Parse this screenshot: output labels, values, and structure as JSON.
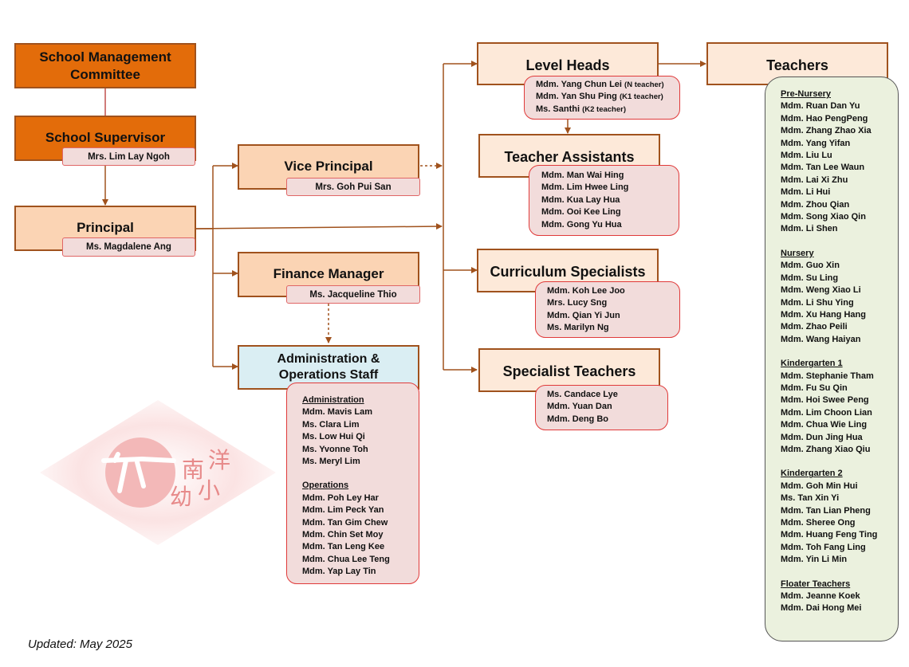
{
  "committee": "School Management Committee",
  "supervisor": {
    "title": "School Supervisor",
    "name": "Mrs. Lim Lay Ngoh"
  },
  "principal": {
    "title": "Principal",
    "name": "Ms. Magdalene Ang"
  },
  "vice_principal": {
    "title": "Vice Principal",
    "name": "Mrs. Goh Pui San"
  },
  "finance_manager": {
    "title": "Finance Manager",
    "name": "Ms. Jacqueline Thio"
  },
  "admin_ops": {
    "title": "Administration & Operations Staff",
    "admin_header": "Administration",
    "admin": [
      "Mdm. Mavis Lam",
      "Ms. Clara Lim",
      "Ms. Low Hui Qi",
      "Ms. Yvonne Toh",
      "Ms. Meryl Lim"
    ],
    "ops_header": "Operations",
    "ops": [
      "Mdm. Poh Ley Har",
      "Mdm. Lim Peck Yan",
      "Mdm. Tan Gim Chew",
      "Mdm. Chin Set Moy",
      "Mdm. Tan Leng Kee",
      "Mdm. Chua Lee Teng",
      "Mdm. Yap Lay Tin"
    ]
  },
  "level_heads": {
    "title": "Level Heads",
    "members": [
      {
        "name": "Mdm. Yang Chun Lei",
        "role": "(N teacher)"
      },
      {
        "name": "Mdm. Yan Shu Ping",
        "role": "(K1 teacher)"
      },
      {
        "name": "Ms. Santhi",
        "role": "(K2 teacher)"
      }
    ]
  },
  "teacher_assistants": {
    "title": "Teacher Assistants",
    "members": [
      "Mdm. Man Wai Hing",
      "Mdm. Lim Hwee Ling",
      "Mdm. Kua Lay Hua",
      "Mdm. Ooi Kee Ling",
      "Mdm. Gong Yu Hua"
    ]
  },
  "curriculum_specialists": {
    "title": "Curriculum Specialists",
    "members": [
      "Mdm. Koh Lee Joo",
      "Mrs. Lucy Sng",
      "Mdm. Qian Yi Jun",
      "Ms. Marilyn Ng"
    ]
  },
  "specialist_teachers": {
    "title": "Specialist Teachers",
    "members": [
      "Ms. Candace Lye",
      "Mdm. Yuan Dan",
      "Mdm. Deng Bo"
    ]
  },
  "teachers": {
    "title": "Teachers",
    "groups": [
      {
        "name": "Pre-Nursery",
        "members": [
          "Mdm. Ruan Dan Yu",
          "Mdm. Hao PengPeng",
          "Mdm. Zhang Zhao Xia",
          "Mdm. Yang Yifan",
          "Mdm. Liu Lu",
          "Mdm. Tan Lee Waun",
          "Mdm. Lai Xi Zhu",
          "Mdm. Li Hui",
          "Mdm. Zhou Qian",
          "Mdm. Song Xiao Qin",
          "Mdm. Li Shen"
        ]
      },
      {
        "name": "Nursery",
        "members": [
          "Mdm. Guo Xin",
          "Mdm. Su Ling",
          "Mdm. Weng Xiao Li",
          "Mdm. Li Shu Ying",
          "Mdm. Xu Hang Hang",
          "Mdm. Zhao Peili",
          "Mdm. Wang Haiyan"
        ]
      },
      {
        "name": "Kindergarten 1",
        "members": [
          "Mdm. Stephanie Tham",
          "Mdm. Fu Su Qin",
          "Mdm. Hoi Swee Peng",
          "Mdm. Lim Choon Lian",
          "Mdm. Chua Wie Ling",
          "Mdm. Dun Jing Hua",
          "Mdm. Zhang Xiao Qiu"
        ]
      },
      {
        "name": "Kindergarten 2",
        "members": [
          "Mdm. Goh Min Hui",
          "Ms. Tan Xin Yi",
          "Mdm. Tan Lian Pheng",
          "Mdm. Sheree Ong",
          "Mdm. Huang Feng Ting",
          "Mdm. Toh Fang Ling",
          "Mdm. Yin Li Min"
        ]
      },
      {
        "name": "Floater Teachers",
        "members": [
          "Mdm. Jeanne Koek",
          "Mdm. Dai Hong Mei"
        ]
      }
    ]
  },
  "logo": {
    "chars": [
      "南",
      "洋",
      "幼",
      "小"
    ]
  },
  "updated": "Updated: May 2025",
  "colors": {
    "connector": "#a0521d",
    "dark_orange": "#e36c0a",
    "light_orange": "#fbd4b4",
    "pale": "#fde9d9",
    "blue": "#daeef3",
    "pink": "#f2dcdb",
    "green": "#ebf1de"
  }
}
